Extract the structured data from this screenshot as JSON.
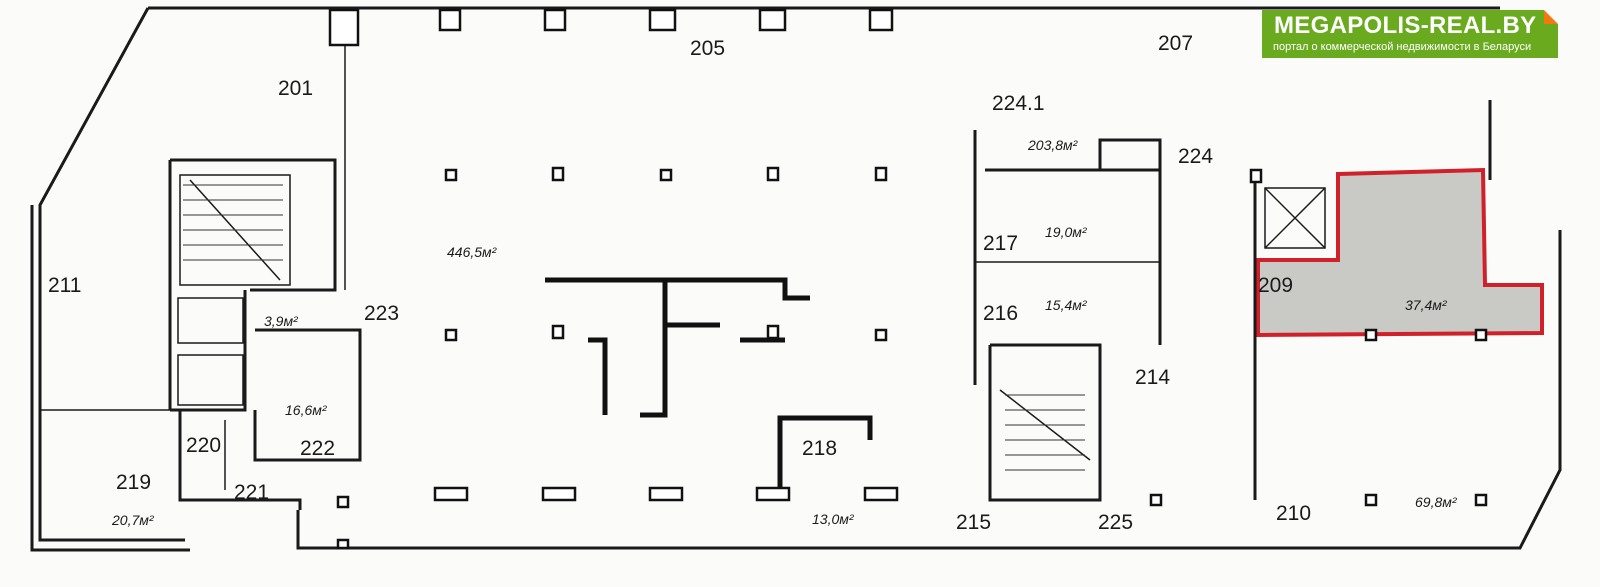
{
  "logo": {
    "title": "MEGAPOLIS-REAL.BY",
    "subtitle": "портал о коммерческой недвижимости в Беларуси",
    "color": "#6aaa1e",
    "accent": "#f07a10"
  },
  "highlight_color": "#d0202a",
  "rooms": {
    "r201": "201",
    "r205": "205",
    "r207": "207",
    "r224_1": "224.1",
    "r224": "224",
    "r211": "211",
    "r217": "217",
    "r216": "216",
    "r209": "209",
    "r223": "223",
    "r222": "222",
    "r214": "214",
    "r218": "218",
    "r219": "219",
    "r220": "220",
    "r221": "221",
    "r215": "215",
    "r225": "225",
    "r210": "210"
  },
  "areas": {
    "a203_8": "203,8м²",
    "a446_5": "446,5м²",
    "a19_0": "19,0м²",
    "a15_4": "15,4м²",
    "a37_4": "37,4м²",
    "a3_9": "3,9м²",
    "a16_6": "16,6м²",
    "a20_7": "20,7м²",
    "a13_0": "13,0м²",
    "a69_8": "69,8м²"
  }
}
